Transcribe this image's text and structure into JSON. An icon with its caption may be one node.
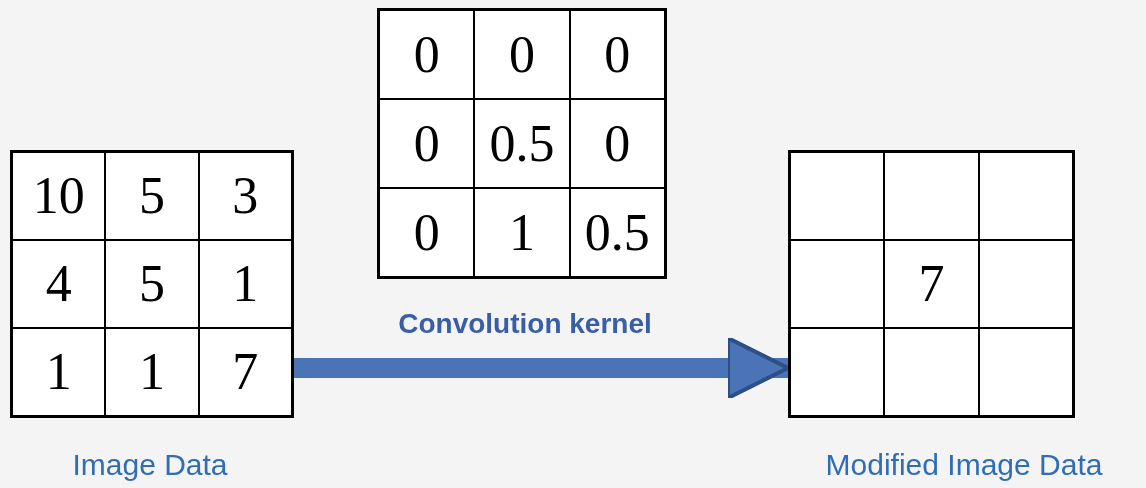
{
  "diagram": {
    "nodes": [
      {
        "text": [
          "10",
          "5",
          "3",
          "4",
          "5",
          "1",
          "1",
          "1",
          "7"
        ],
        "beside": [
          "Image Data"
        ]
      },
      {
        "text": [
          "0",
          "0",
          "0",
          "0",
          "0.5",
          "0",
          "0",
          "1",
          "0.5"
        ],
        "beside": [
          "Convolution kernel"
        ]
      },
      {
        "text": [
          "7"
        ],
        "beside": [
          "Modified Image Data"
        ]
      }
    ],
    "edges": [
      {
        "from": 0,
        "to": 2,
        "arrow": "to"
      }
    ]
  }
}
